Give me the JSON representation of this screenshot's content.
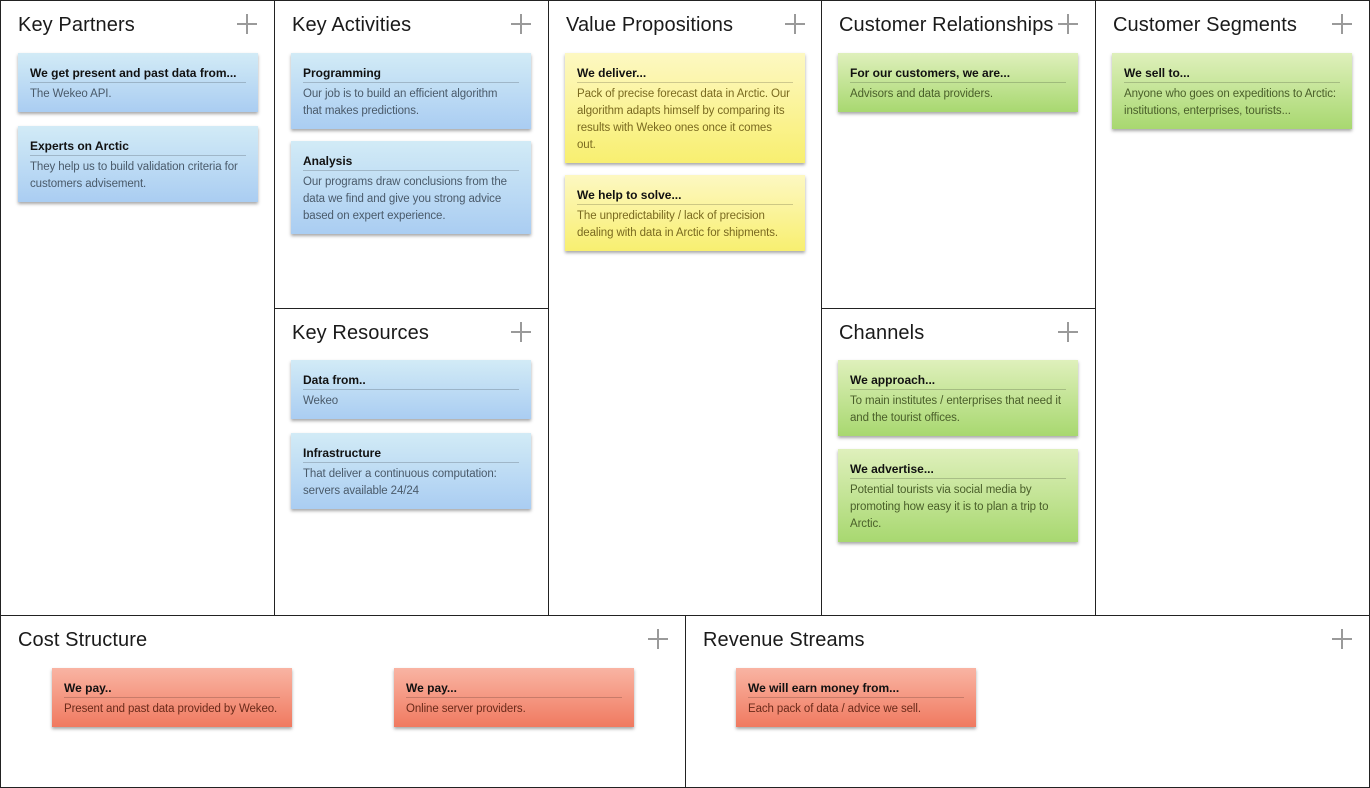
{
  "sections": {
    "key_partners": {
      "title": "Key Partners",
      "notes": [
        {
          "title": "We get present and past data from...",
          "body": "The Wekeo API."
        },
        {
          "title": "Experts on Arctic",
          "body": "They help us to build validation criteria for customers advisement."
        }
      ]
    },
    "key_activities": {
      "title": "Key Activities",
      "notes": [
        {
          "title": "Programming",
          "body": "Our job is to build an efficient algorithm that makes predictions."
        },
        {
          "title": "Analysis",
          "body": "Our programs draw conclusions from the data we find and give you strong advice based on expert experience."
        }
      ]
    },
    "key_resources": {
      "title": "Key Resources",
      "notes": [
        {
          "title": "Data from..",
          "body": "Wekeo"
        },
        {
          "title": "Infrastructure",
          "body": "That deliver a continuous computation: servers available 24/24"
        }
      ]
    },
    "value_propositions": {
      "title": "Value Propositions",
      "notes": [
        {
          "title": "We deliver...",
          "body": "Pack of precise forecast data in Arctic. Our algorithm adapts himself by comparing its results with Wekeo ones once it comes out."
        },
        {
          "title": "We help to solve...",
          "body": "The unpredictability / lack of precision dealing with data in Arctic for shipments."
        }
      ]
    },
    "customer_relationships": {
      "title": "Customer Relationships",
      "notes": [
        {
          "title": "For our customers, we are...",
          "body": "Advisors and data providers."
        }
      ]
    },
    "channels": {
      "title": "Channels",
      "notes": [
        {
          "title": "We approach...",
          "body": "To main institutes / enterprises that need it and the tourist offices."
        },
        {
          "title": "We advertise...",
          "body": "Potential tourists via social media by promoting how easy it is to plan a trip to Arctic."
        }
      ]
    },
    "customer_segments": {
      "title": "Customer Segments",
      "notes": [
        {
          "title": "We sell to...",
          "body": "Anyone who goes on expeditions to Arctic: institutions, enterprises, tourists..."
        }
      ]
    },
    "cost_structure": {
      "title": "Cost Structure",
      "notes": [
        {
          "title": "We pay..",
          "body": "Present and past data provided by Wekeo."
        },
        {
          "title": "We pay...",
          "body": "Online server providers."
        }
      ]
    },
    "revenue_streams": {
      "title": "Revenue Streams",
      "notes": [
        {
          "title": "We will earn money from...",
          "body": "Each pack of data / advice we sell."
        }
      ]
    }
  },
  "colors": {
    "partners_activities_resources": "#aacdf2",
    "value_propositions": "#f8ef70",
    "customers_channels": "#a8d870",
    "cost_revenue": "#f07a60"
  },
  "icons": {
    "add": "plus-icon"
  }
}
